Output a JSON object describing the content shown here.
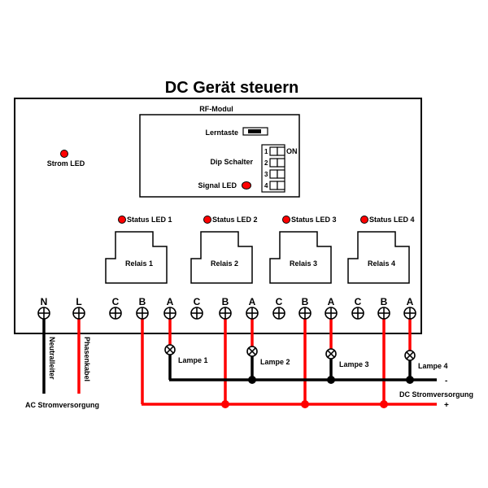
{
  "title": "DC Gerät steuern",
  "colors": {
    "wire_live": "#ff0000",
    "wire_neutral": "#000000",
    "led": "#ff0000"
  },
  "rf_module": {
    "label": "RF-Modul",
    "learn_button_label": "Lerntaste",
    "dip_switch_label": "Dip Schalter",
    "dip_on_label": "ON",
    "dip_positions": [
      "1",
      "2",
      "3",
      "4"
    ],
    "signal_led_label": "Signal LED"
  },
  "power_led_label": "Strom LED",
  "relays": [
    {
      "label": "Relais 1",
      "status_led": "Status LED 1"
    },
    {
      "label": "Relais 2",
      "status_led": "Status LED 2"
    },
    {
      "label": "Relais 3",
      "status_led": "Status LED 3"
    },
    {
      "label": "Relais 4",
      "status_led": "Status LED 4"
    }
  ],
  "terminals": [
    "N",
    "L",
    "C",
    "B",
    "A",
    "C",
    "B",
    "A",
    "C",
    "B",
    "A",
    "C",
    "B",
    "A"
  ],
  "lamps": [
    "Lampe 1",
    "Lampe 2",
    "Lampe 3",
    "Lampe 4"
  ],
  "ac_supply": {
    "label": "AC Stromversorgung",
    "neutral_label": "Neutralleiter",
    "phase_label": "Phasenkabel"
  },
  "dc_supply": {
    "label": "DC Stromversorgung",
    "minus_label": "-",
    "plus_label": "+"
  }
}
